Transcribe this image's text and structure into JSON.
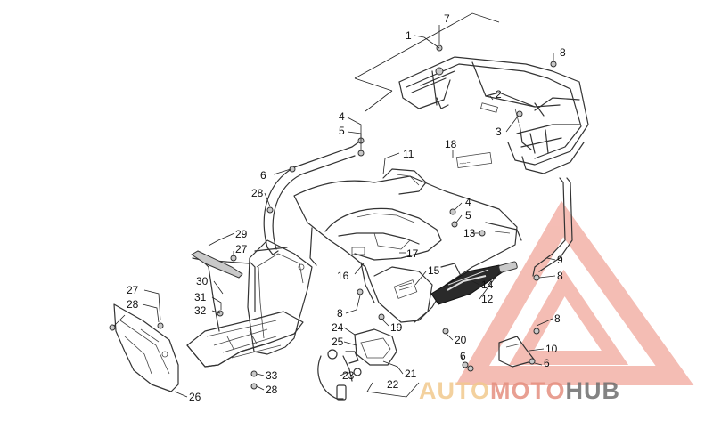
{
  "diagram": {
    "callouts": [
      {
        "id": "c1",
        "label": "1"
      },
      {
        "id": "c2",
        "label": "2"
      },
      {
        "id": "c3",
        "label": "3"
      },
      {
        "id": "c4a",
        "label": "4"
      },
      {
        "id": "c5a",
        "label": "5"
      },
      {
        "id": "c6a",
        "label": "6"
      },
      {
        "id": "c7",
        "label": "7"
      },
      {
        "id": "c8a",
        "label": "8"
      },
      {
        "id": "c11",
        "label": "11"
      },
      {
        "id": "c18",
        "label": "18"
      },
      {
        "id": "c28a",
        "label": "28"
      },
      {
        "id": "c4b",
        "label": "4"
      },
      {
        "id": "c5b",
        "label": "5"
      },
      {
        "id": "c29",
        "label": "29"
      },
      {
        "id": "c27a",
        "label": "27"
      },
      {
        "id": "c13",
        "label": "13"
      },
      {
        "id": "c17",
        "label": "17"
      },
      {
        "id": "c9",
        "label": "9"
      },
      {
        "id": "c8b",
        "label": "8"
      },
      {
        "id": "c16",
        "label": "16"
      },
      {
        "id": "c15",
        "label": "15"
      },
      {
        "id": "c30",
        "label": "30"
      },
      {
        "id": "c14",
        "label": "14"
      },
      {
        "id": "c12",
        "label": "12"
      },
      {
        "id": "c27b",
        "label": "27"
      },
      {
        "id": "c31",
        "label": "31"
      },
      {
        "id": "c28b",
        "label": "28"
      },
      {
        "id": "c32",
        "label": "32"
      },
      {
        "id": "c8c",
        "label": "8"
      },
      {
        "id": "c8d",
        "label": "8"
      },
      {
        "id": "c24",
        "label": "24"
      },
      {
        "id": "c19",
        "label": "19"
      },
      {
        "id": "c25",
        "label": "25"
      },
      {
        "id": "c20",
        "label": "20"
      },
      {
        "id": "c10",
        "label": "10"
      },
      {
        "id": "c6b",
        "label": "6"
      },
      {
        "id": "c6c",
        "label": "6"
      },
      {
        "id": "c33",
        "label": "33"
      },
      {
        "id": "c23",
        "label": "23"
      },
      {
        "id": "c21",
        "label": "21"
      },
      {
        "id": "c28c",
        "label": "28"
      },
      {
        "id": "c22",
        "label": "22"
      },
      {
        "id": "c26",
        "label": "26"
      }
    ]
  },
  "watermark": {
    "brand_part1": "AUTO",
    "brand_part2": "MOTO",
    "brand_part3": "HUB",
    "color_auto": "#f2c98e",
    "color_moto": "#e58f7f",
    "color_hub": "#6e6e6e",
    "triangle_color": "#f1a79c"
  }
}
